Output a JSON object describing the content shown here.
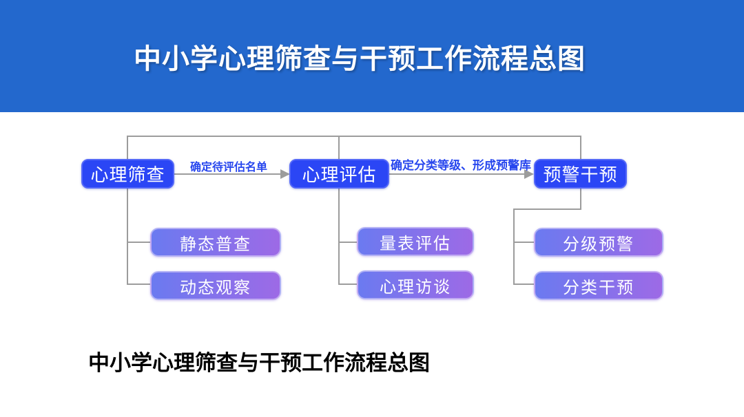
{
  "header": {
    "title": "中小学心理筛查与干预工作流程总图"
  },
  "flow": {
    "columns": [
      {
        "node": "心理筛查",
        "children": [
          "静态普查",
          "动态观察"
        ]
      },
      {
        "node": "心理评估",
        "children": [
          "量表评估",
          "心理访谈"
        ]
      },
      {
        "node": "预警干预",
        "children": [
          "分级预警",
          "分类干预"
        ]
      }
    ],
    "arrow_labels": [
      "确定待评估名单",
      "确定分类等级、形成预警库"
    ],
    "colors": {
      "banner_blue": "#2368cd",
      "node_blue": "#2b46f5",
      "sub_gradient_start": "#6b7af0",
      "sub_gradient_end": "#9d6ae6",
      "connector_gray": "#9c9c9c",
      "arrow_label_blue": "#2847ee"
    }
  },
  "caption": "中小学心理筛查与干预工作流程总图"
}
